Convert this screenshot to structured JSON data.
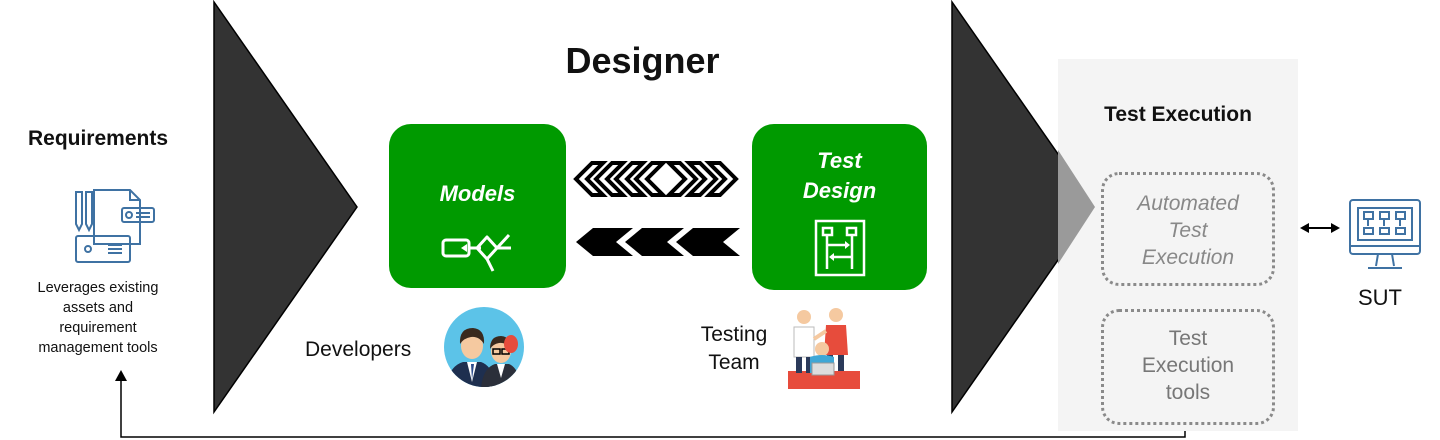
{
  "requirements": {
    "title": "Requirements",
    "description": [
      "Leverages existing",
      "assets and",
      "requirement",
      "management  tools"
    ]
  },
  "designer": {
    "title": "Designer",
    "models_label": "Models",
    "test_design_label": [
      "Test",
      "Design"
    ],
    "developers_label": "Developers",
    "testing_team_label": [
      "Testing",
      "Team"
    ]
  },
  "execution": {
    "title": "Test Execution",
    "automated_box": [
      "Automated",
      "Test",
      "Execution"
    ],
    "tools_box": [
      "Test",
      "Execution",
      "tools"
    ],
    "sut_label": "SUT"
  },
  "colors": {
    "green": "#009a00",
    "dark": "#333333",
    "icon_blue": "#3f72a3",
    "panel_gray": "#f4f4f4",
    "dotted_gray": "#8a8a8a"
  },
  "icons": [
    "document-icon",
    "model-icon",
    "test-design-icon",
    "developers-icon",
    "testing-team-icon",
    "monitor-icon"
  ]
}
